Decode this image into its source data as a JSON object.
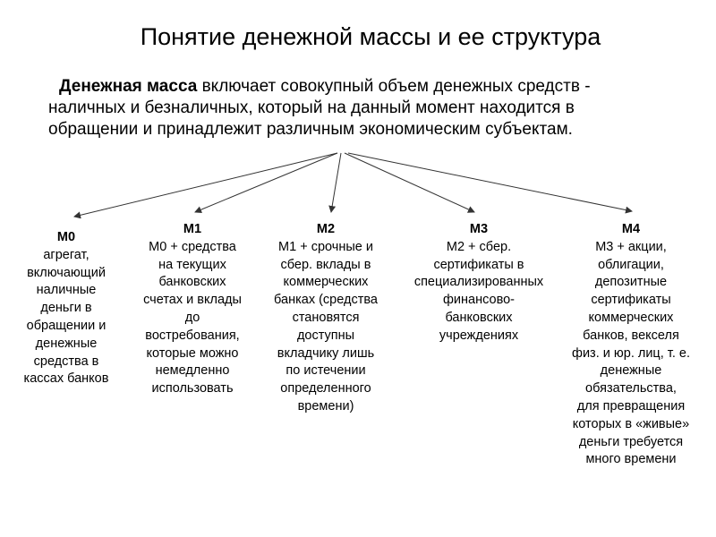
{
  "title": "Понятие денежной массы и ее структура",
  "intro": {
    "term": "Денежная масса",
    "line1_rest": " включает совокупный объем денежных средств -",
    "line2": "наличных и безналичных, который на данный момент находится в",
    "line3": "обращении и принадлежит различным экономическим субъектам."
  },
  "aggregates": [
    {
      "name": "М0",
      "lines": [
        "агрегат,",
        "включающий",
        "наличные",
        "деньги в",
        "обращении и",
        "денежные",
        "средства в",
        "кассах банков"
      ]
    },
    {
      "name": "М1",
      "lines": [
        "М0 + средства",
        "на текущих",
        "банковских",
        "счетах и вклады",
        "до",
        "востребования,",
        "которые можно",
        "немедленно",
        "использовать"
      ]
    },
    {
      "name": "М2",
      "lines": [
        "М1 + срочные и",
        "сбер. вклады в",
        "коммерческих",
        "банках (средства",
        "становятся",
        "доступны",
        "вкладчику лишь",
        "по истечении",
        "определенного",
        "времени)"
      ]
    },
    {
      "name": "М3",
      "lines": [
        "М2 + сбер.",
        "сертификаты в",
        "специализированных",
        "финансово-",
        "банковских",
        "учреждениях"
      ]
    },
    {
      "name": "М4",
      "lines": [
        "М3 + акции,",
        "облигации,",
        "депозитные",
        "сертификаты",
        "коммерческих",
        "банков, векселя",
        "физ. и юр. лиц, т. е.",
        "денежные",
        "обязательства,",
        "для превращения",
        "которых в «живые»",
        "деньги требуется",
        "много времени"
      ]
    }
  ]
}
